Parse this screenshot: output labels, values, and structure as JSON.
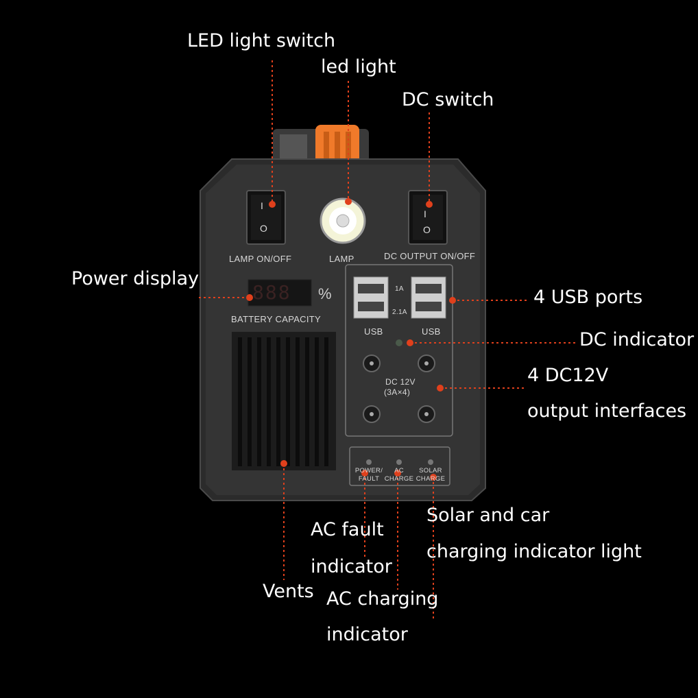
{
  "callouts": {
    "led_light_switch": "LED light switch",
    "led_light": "led light",
    "dc_switch": "DC switch",
    "power_display": "Power display",
    "usb_ports": "4 USB ports",
    "dc_indicator": "DC indicator",
    "dc12v_line1": "4 DC12V",
    "dc12v_line2": "output interfaces",
    "solar_line1": "Solar and car",
    "solar_line2": "charging indicator light",
    "ac_fault_line1": "AC fault",
    "ac_fault_line2": "indicator",
    "vents": "Vents",
    "ac_charging_line1": "AC charging",
    "ac_charging_line2": "indicator"
  },
  "panel": {
    "lamp_switch_label": "LAMP  ON/OFF",
    "lamp_label": "LAMP",
    "dc_switch_label": "DC OUTPUT ON/OFF",
    "display_digits": "888",
    "percent": "%",
    "battery_capacity": "BATTERY CAPACITY",
    "usb_left": "USB",
    "usb_right": "USB",
    "usb_1a": "1A",
    "usb_21a": "2.1A",
    "dc_label_1": "DC 12V",
    "dc_label_2": "(3A×4)",
    "ind_power_1": "POWER/",
    "ind_power_2": "FAULT",
    "ind_ac_1": "AC",
    "ind_ac_2": "CHARGE",
    "ind_solar_1": "SOLAR",
    "ind_solar_2": "CHARGE",
    "switch_on_mark": "I",
    "switch_off_mark": "O"
  },
  "colors": {
    "background": "#000000",
    "body": "#2e2e2e",
    "leader": "#e0401c",
    "handle": "#f07a2a",
    "text": "#ffffff"
  }
}
